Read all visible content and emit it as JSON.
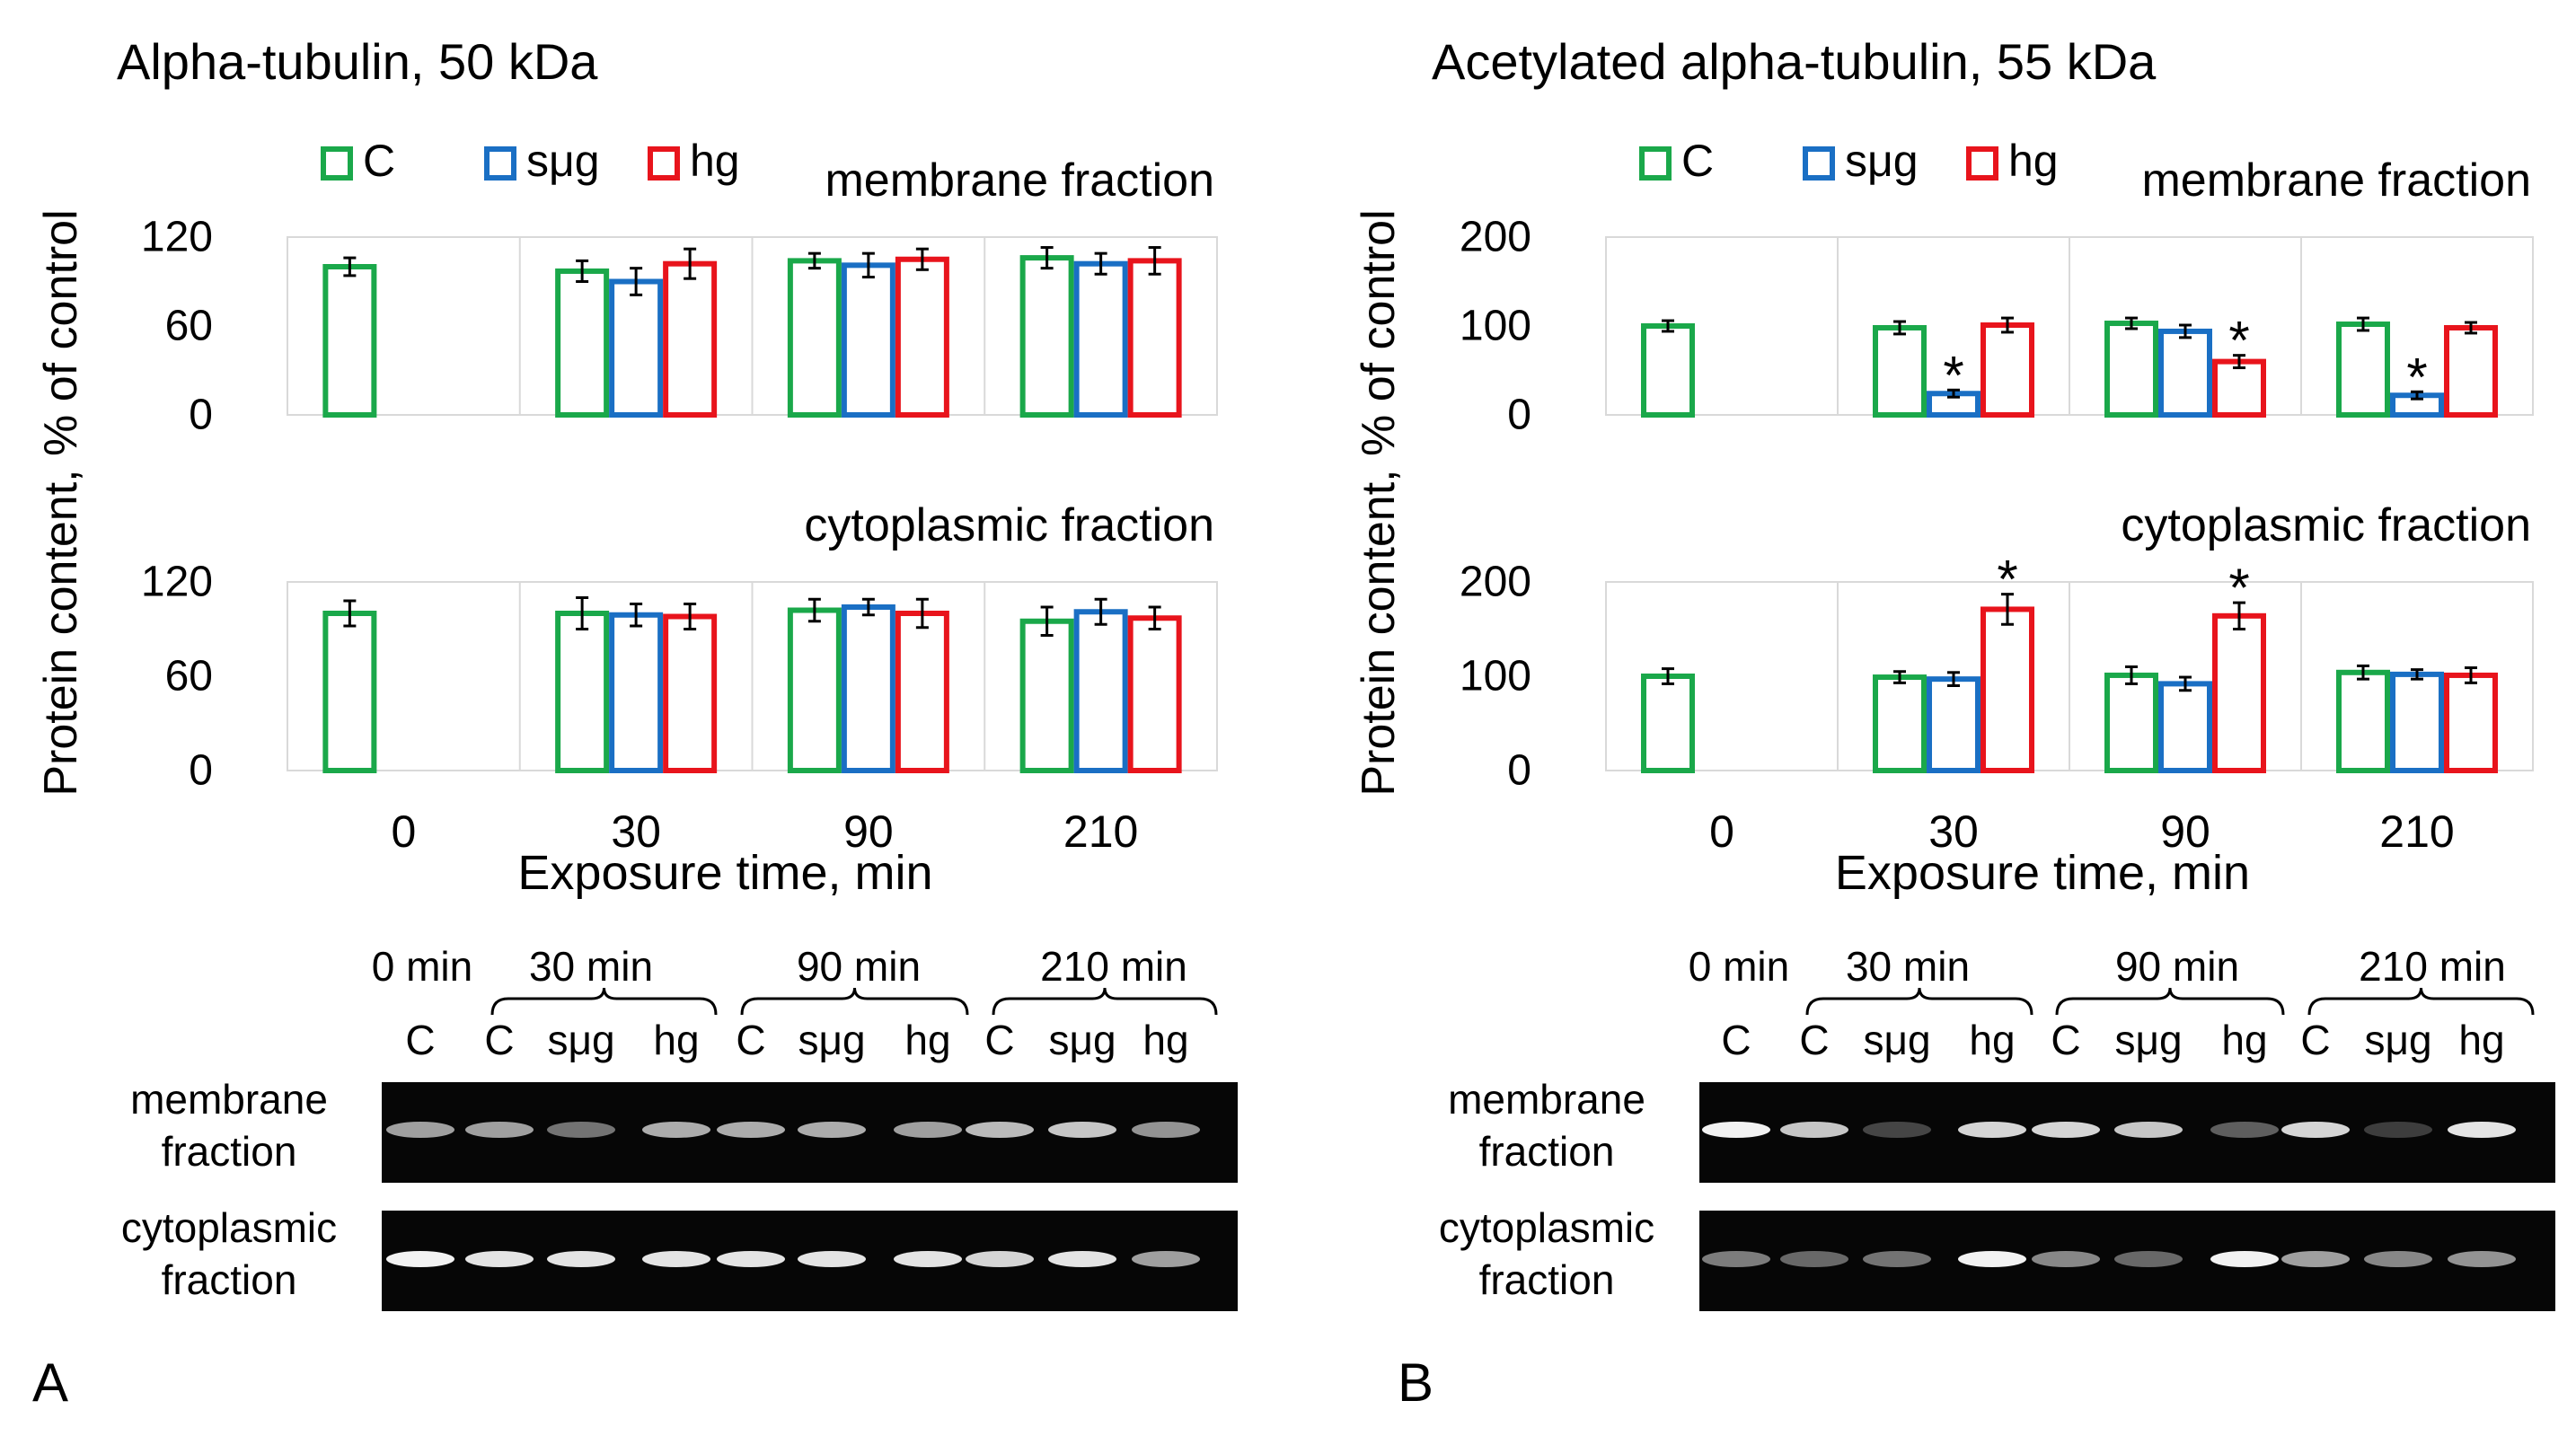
{
  "colors": {
    "C": "#1aa84a",
    "sug": "#1a6fc4",
    "hg": "#e8141c",
    "axis": "#d9d9d9",
    "text": "#000000"
  },
  "panel_letters": [
    "A",
    "B"
  ],
  "legend_labels": [
    "C",
    "sμg",
    "hg"
  ],
  "blot_lane_labels": [
    "C",
    "C",
    "sμg",
    "hg",
    "C",
    "sμg",
    "hg",
    "C",
    "sμg",
    "hg"
  ],
  "blot_time_labels": [
    "0 min",
    "30 min",
    "90 min",
    "210 min"
  ],
  "blot_row_labels": [
    [
      "membrane",
      "fraction"
    ],
    [
      "cytoplasmic",
      "fraction"
    ]
  ],
  "chart_data": [
    {
      "type": "bar",
      "title": "Alpha-tubulin, 50 kDa",
      "ylabel": "Protein content, % of control",
      "xlabel": "Exposure time, min",
      "categories": [
        "0",
        "30",
        "90",
        "210"
      ],
      "subplots": [
        {
          "label": "membrane fraction",
          "ylim": [
            0,
            120
          ],
          "yticks": [
            0,
            60,
            120
          ],
          "series": [
            {
              "name": "C",
              "values": [
                100,
                97,
                104,
                106
              ],
              "errors": [
                6,
                7,
                5,
                7
              ]
            },
            {
              "name": "sμg",
              "values": [
                null,
                90,
                101,
                102
              ],
              "errors": [
                null,
                9,
                8,
                7
              ]
            },
            {
              "name": "hg",
              "values": [
                null,
                102,
                105,
                104
              ],
              "errors": [
                null,
                10,
                7,
                9
              ]
            }
          ],
          "significant": []
        },
        {
          "label": "cytoplasmic fraction",
          "ylim": [
            0,
            120
          ],
          "yticks": [
            0,
            60,
            120
          ],
          "series": [
            {
              "name": "C",
              "values": [
                100,
                100,
                102,
                95
              ],
              "errors": [
                8,
                10,
                7,
                9
              ]
            },
            {
              "name": "sμg",
              "values": [
                null,
                99,
                104,
                101
              ],
              "errors": [
                null,
                7,
                5,
                8
              ]
            },
            {
              "name": "hg",
              "values": [
                null,
                98,
                100,
                97
              ],
              "errors": [
                null,
                8,
                9,
                7
              ]
            }
          ],
          "significant": []
        }
      ]
    },
    {
      "type": "bar",
      "title": "Acetylated alpha-tubulin, 55 kDa",
      "ylabel": "Protein content, % of control",
      "xlabel": "Exposure time, min",
      "categories": [
        "0",
        "30",
        "90",
        "210"
      ],
      "subplots": [
        {
          "label": "membrane fraction",
          "ylim": [
            0,
            200
          ],
          "yticks": [
            0,
            100,
            200
          ],
          "series": [
            {
              "name": "C",
              "values": [
                100,
                98,
                103,
                102
              ],
              "errors": [
                6,
                7,
                6,
                7
              ]
            },
            {
              "name": "sμg",
              "values": [
                null,
                24,
                94,
                22
              ],
              "errors": [
                null,
                4,
                7,
                4
              ]
            },
            {
              "name": "hg",
              "values": [
                null,
                101,
                60,
                98
              ],
              "errors": [
                null,
                8,
                7,
                6
              ]
            }
          ],
          "significant": [
            {
              "series": "sμg",
              "category": "30",
              "mark": "*"
            },
            {
              "series": "hg",
              "category": "90",
              "mark": "*"
            },
            {
              "series": "sμg",
              "category": "210",
              "mark": "*"
            }
          ]
        },
        {
          "label": "cytoplasmic fraction",
          "ylim": [
            0,
            200
          ],
          "yticks": [
            0,
            100,
            200
          ],
          "series": [
            {
              "name": "C",
              "values": [
                100,
                99,
                101,
                104
              ],
              "errors": [
                8,
                6,
                9,
                7
              ]
            },
            {
              "name": "sμg",
              "values": [
                null,
                97,
                92,
                102
              ],
              "errors": [
                null,
                7,
                7,
                5
              ]
            },
            {
              "name": "hg",
              "values": [
                null,
                171,
                164,
                101
              ],
              "errors": [
                null,
                16,
                14,
                8
              ]
            }
          ],
          "significant": [
            {
              "series": "hg",
              "category": "30",
              "mark": "*"
            },
            {
              "series": "hg",
              "category": "90",
              "mark": "*"
            }
          ]
        }
      ]
    }
  ]
}
